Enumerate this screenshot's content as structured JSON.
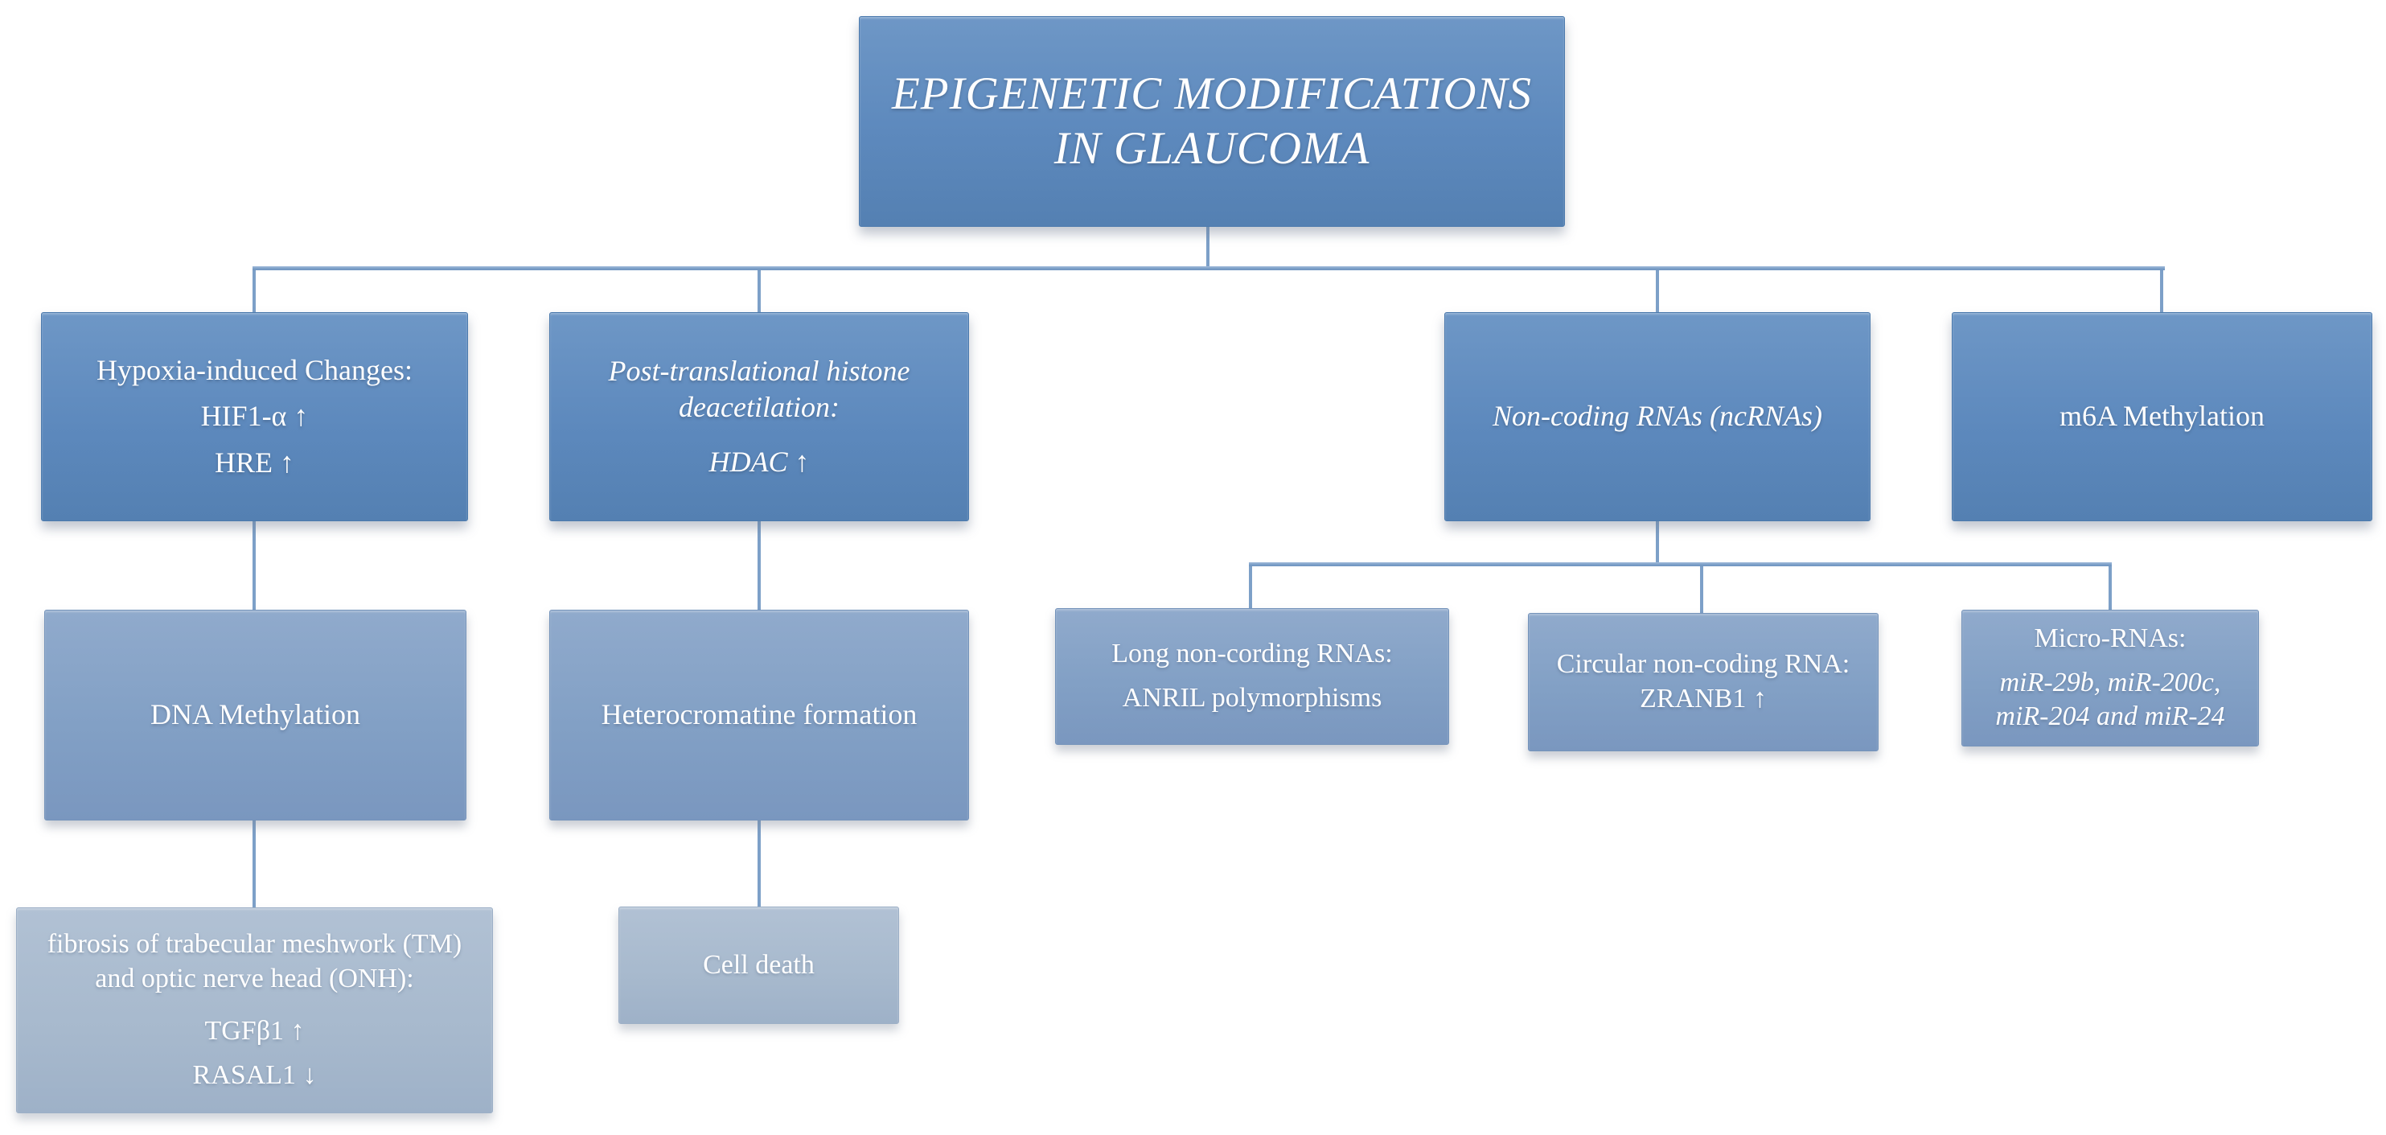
{
  "diagram_title": "EPIGENETIC MODIFICATIONS IN GLAUCOMA",
  "palette": {
    "node_primary": "#5d89bd",
    "node_secondary": "#82a0c5",
    "node_tertiary": "#a7b9cd",
    "connector": "#7da0c8",
    "text": "#ffffff",
    "background": "#ffffff"
  },
  "nodes": {
    "title": {
      "lines": [
        "EPIGENETIC MODIFICATIONS",
        "IN GLAUCOMA"
      ]
    },
    "hypoxia": {
      "lines": [
        "Hypoxia-induced Changes:",
        "HIF1-α ↑",
        "HRE ↑"
      ]
    },
    "histone": {
      "lines": [
        "Post-translational histone",
        "deacetilation:",
        "HDAC ↑"
      ]
    },
    "ncrna": {
      "lines": [
        "Non-coding RNAs (ncRNAs)"
      ]
    },
    "m6a": {
      "lines": [
        "m6A Methylation"
      ]
    },
    "dna_methylation": {
      "lines": [
        "DNA Methylation"
      ]
    },
    "heterochromatin": {
      "lines": [
        "Heterocromatine formation"
      ]
    },
    "long_ncrna": {
      "lines": [
        "Long non-cording RNAs:",
        "ANRIL polymorphisms"
      ]
    },
    "circular_ncrna": {
      "lines": [
        "Circular non-coding RNA:",
        "ZRANB1 ↑"
      ]
    },
    "micro_rna": {
      "lines": [
        "Micro-RNAs:",
        "miR-29b, miR-200c,",
        "miR-204 and miR-24"
      ]
    },
    "fibrosis": {
      "lines": [
        "fibrosis of trabecular meshwork (TM)",
        "and optic nerve head (ONH):",
        "TGFβ1 ↑",
        "RASAL1 ↓"
      ]
    },
    "cell_death": {
      "lines": [
        "Cell death"
      ]
    }
  }
}
